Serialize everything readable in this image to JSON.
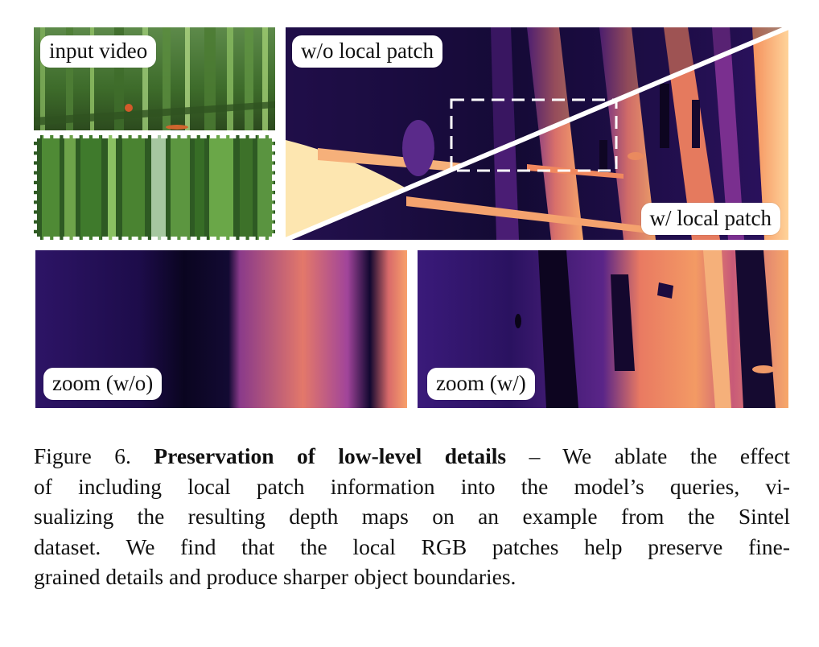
{
  "figure": {
    "panels": {
      "input_label": "input video",
      "without_label": "w/o local patch",
      "with_label": "w/ local patch",
      "zoom_without_label": "zoom (w/o)",
      "zoom_with_label": "zoom (w/)"
    },
    "caption": {
      "prefix": "Figure 6.",
      "title": "Preservation of low-level details",
      "line1_rest": "– We ablate the effect",
      "line2": "of including local patch information into the model’s queries, vi-",
      "line3": "sualizing the resulting depth maps on an example from the Sintel",
      "line4": "dataset.  We find that the local RGB patches help preserve fine-",
      "line5": "grained details and produce sharper object boundaries."
    }
  },
  "colors": {
    "depth_far": "#1a0b3f",
    "depth_mid": "#6a2c9a",
    "depth_near": "#f08a5a",
    "depth_nearest": "#fde6b0",
    "foliage": "#3f7a2e"
  }
}
